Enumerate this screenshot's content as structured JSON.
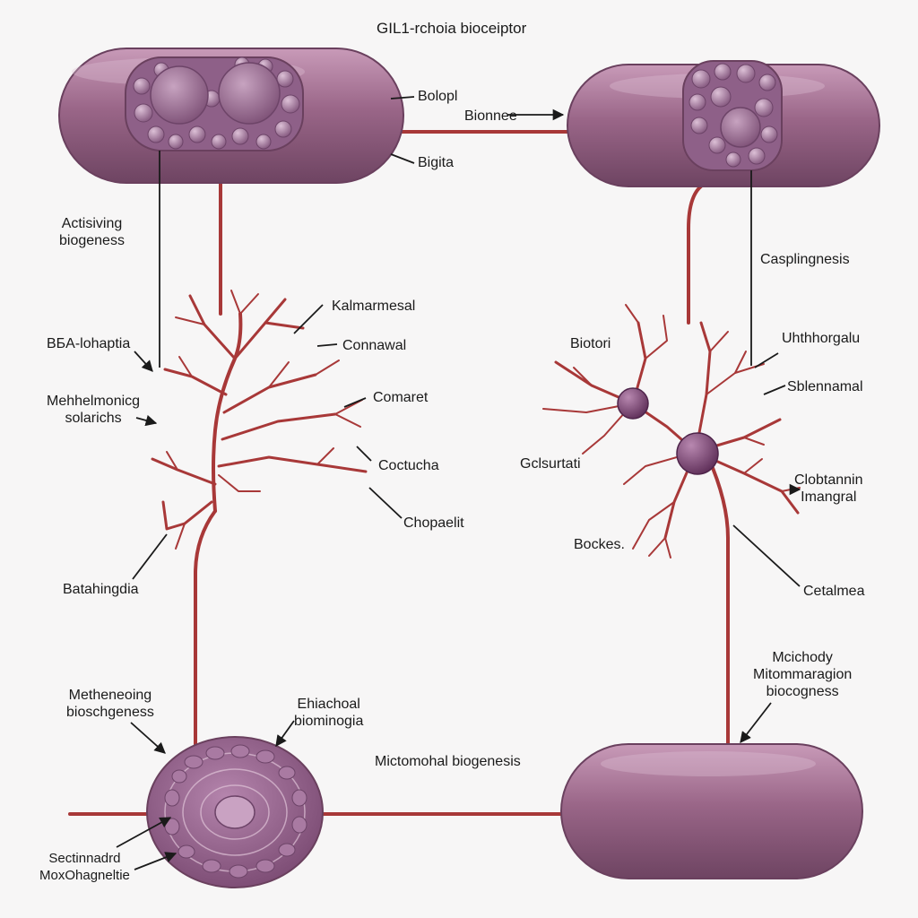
{
  "title": "GIL1-rchoia bioceiptor",
  "labels": {
    "bolopl": "Bolopl",
    "bionnee": "Bionnee",
    "bigita": "Bigita",
    "activating": "Actisiving\nbiogeness",
    "casplingnesis": "Casplingnesis",
    "kalmarmesal": "Kalmarmesal",
    "connawal": "Connawal",
    "bsa_lohaptia": "BБA-lohaptia",
    "mehhelmonica": "Mehhelmonicg\nsolarichs",
    "comaret": "Comaret",
    "coctuscha": "Coctucha",
    "chopapelit": "Chopaelit",
    "batahingdia": "Batahingdia",
    "biotori": "Biotori",
    "uhthhorgalu": "Uhthhorgalu",
    "sblennamal": "Sblennamal",
    "gclsurtati": "Gclsurtati",
    "clobtannin": "Clobtannin\nImangral",
    "bockes": "Bockes.",
    "cetalmea": "Cetalmea",
    "methencoing": "Metheneoing\nbioschgeness",
    "ehiachoal": "Ehiachoal\nbiominogia",
    "mictomohal": "Mictomohal biogenesis",
    "mcichody": "Mcichody\nMitommaragion\nbiocogness",
    "sectinnadrd": "Sectinnadrd\nMoxOhagneltie"
  },
  "colors": {
    "cell_membrane": "#8c5a7e",
    "nucleus": "#a87aa0",
    "axon": "#a83838",
    "leader_line": "#1a1a1a",
    "background": "#f7f6f6"
  }
}
